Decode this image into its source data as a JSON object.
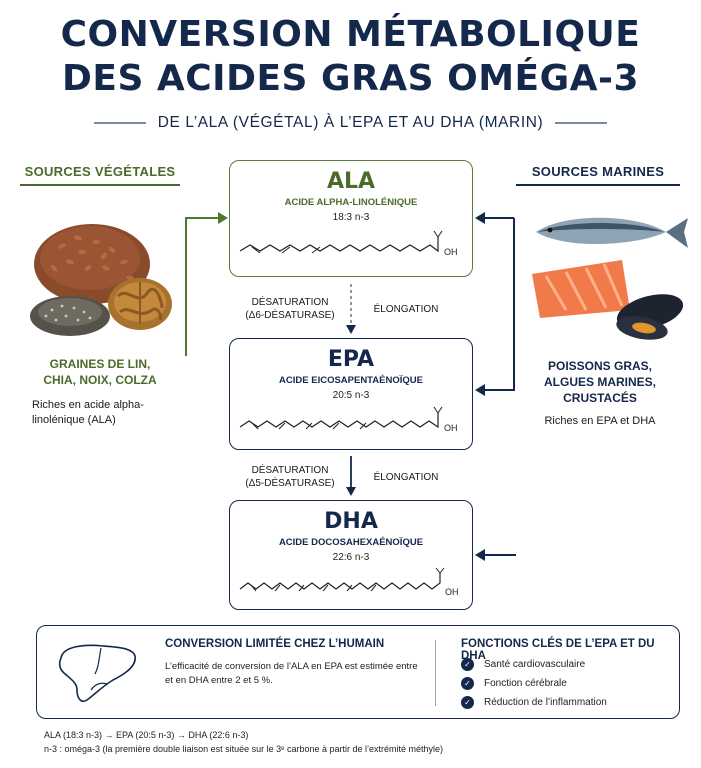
{
  "title": {
    "line1": "CONVERSION MÉTABOLIQUE",
    "line2": "DES ACIDES GRAS OMÉGA-3",
    "subtitle": "DE L’ALA (VÉGÉTAL) À L’EPA ET AU DHA (MARIN)"
  },
  "left_section": {
    "heading": "SOURCES VÉGÉTALES",
    "label_lines": [
      "GRAINES DE LIN,",
      "CHIA, NOIX, COLZA"
    ],
    "desc_lines": [
      "Riches en acide alpha-",
      "linolénique (ALA)"
    ]
  },
  "right_section": {
    "heading": "SOURCES MARINES",
    "label_lines": [
      "POISSONS GRAS,",
      "ALGUES MARINES,",
      "CRUSTACÉS"
    ],
    "desc": "Riches en EPA et DHA"
  },
  "molecules": {
    "ala": {
      "name": "ALA",
      "full": "ACIDE ALPHA-LINOLÉNIQUE",
      "formula": "18:3 n-3",
      "oh": "OH"
    },
    "epa": {
      "name": "EPA",
      "full": "ACIDE EICOSAPENTAÉNOÏQUE",
      "formula": "20:5 n-3",
      "oh": "OH"
    },
    "dha": {
      "name": "DHA",
      "full": "ACIDE DOCOSAHEXAÉNOÏQUE",
      "formula": "22:6 n-3",
      "oh": "OH"
    }
  },
  "steps": {
    "step1": {
      "desat_line1": "DÉSATURATION",
      "desat_line2": "(Δ6-DÉSATURASE)",
      "elong": "ÉLONGATION"
    },
    "step2": {
      "desat_line1": "DÉSATURATION",
      "desat_line2": "(Δ5-DÉSATURASE)",
      "elong": "ÉLONGATION"
    }
  },
  "bottom": {
    "conversion_title": "CONVERSION LIMITÉE CHEZ L’HUMAIN",
    "conversion_lines": [
      "L’efficacité de conversion de l’ALA en EPA est estimée entre",
      "et en DHA entre 2 et 5 %."
    ],
    "functions_title": "FONCTIONS CLÉS DE L’EPA ET DU DHA",
    "functions": [
      "Santé cardiovasculaire",
      "Fonction cérébrale",
      "Réduction de l’inflammation"
    ],
    "check_glyph": "✓"
  },
  "footnotes": [
    "ALA (18:3 n-3) → EPA (20:5 n-3) → DHA (22:6 n-3)",
    "n-3 : oméga-3 (la première double liaison est située sur le 3ᵉ carbone à partir de l’extrémité méthyle)"
  ],
  "colors": {
    "navy": "#14284b",
    "green": "#4a6b2a",
    "green_light": "#5f7a3a"
  }
}
